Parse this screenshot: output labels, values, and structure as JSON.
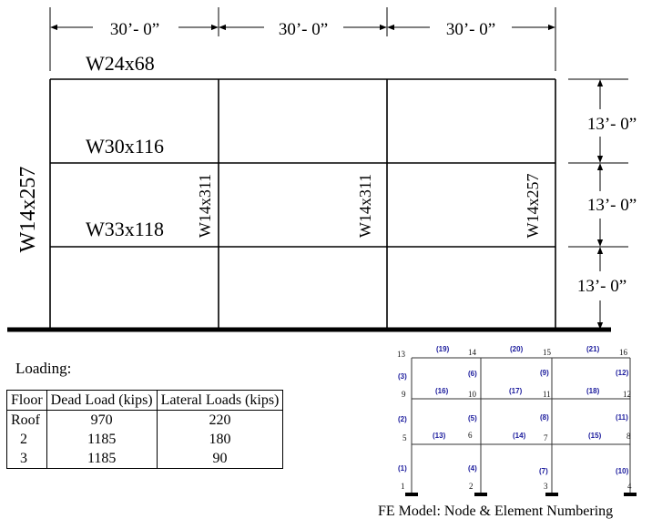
{
  "frame": {
    "dimensions_top": [
      "30’- 0”",
      "30’- 0”",
      "30’- 0”"
    ],
    "dimensions_right": [
      "13’- 0”",
      "13’- 0”",
      "13’- 0”"
    ],
    "beams": {
      "roof": "W24x68",
      "floor2": "W30x116",
      "floor3": "W33x118"
    },
    "columns": {
      "left": "W14x257",
      "interior_1": "W14x311",
      "interior_2": "W14x311",
      "right": "W14x257"
    }
  },
  "loading": {
    "title": "Loading:",
    "headers": [
      "Floor",
      "Dead Load (kips)",
      "Lateral Loads (kips)"
    ],
    "rows": [
      [
        "Roof",
        "970",
        "220"
      ],
      [
        "2",
        "1185",
        "180"
      ],
      [
        "3",
        "1185",
        "90"
      ]
    ]
  },
  "fe_model": {
    "caption": "FE Model: Node & Element Numbering",
    "nodes": [
      "1",
      "2",
      "3",
      "4",
      "5",
      "6",
      "7",
      "8",
      "9",
      "10",
      "11",
      "12",
      "13",
      "14",
      "15",
      "16"
    ],
    "elements": [
      "(1)",
      "(2)",
      "(3)",
      "(4)",
      "(5)",
      "(6)",
      "(7)",
      "(8)",
      "(9)",
      "(10)",
      "(11)",
      "(12)",
      "(13)",
      "(14)",
      "(15)",
      "(16)",
      "(17)",
      "(18)",
      "(19)",
      "(20)",
      "(21)"
    ],
    "element_color": "#1a1a9c"
  }
}
